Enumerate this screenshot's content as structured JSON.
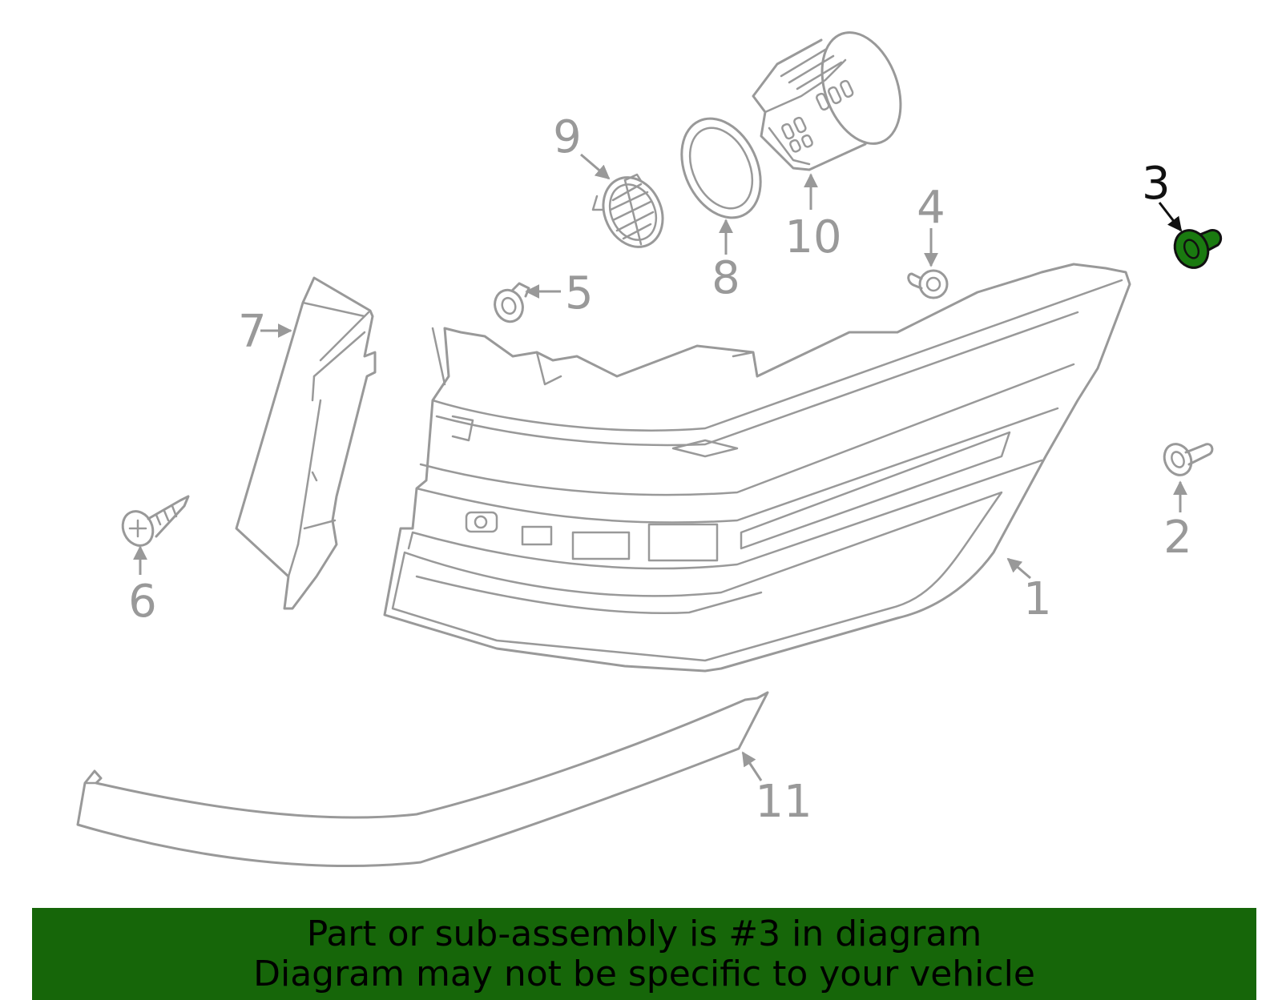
{
  "callouts": {
    "c1": "1",
    "c2": "2",
    "c3": "3",
    "c4": "4",
    "c5": "5",
    "c6": "6",
    "c7": "7",
    "c8": "8",
    "c9": "9",
    "c10": "10",
    "c11": "11"
  },
  "highlighted_part": "3",
  "colors": {
    "line_art": "#999999",
    "highlight_fill": "#1a7a10",
    "banner_background": "#166609",
    "banner_text": "#000000"
  },
  "banner": {
    "line1": "Part or sub-assembly is #3 in diagram",
    "line2": "Diagram may not be specific to your vehicle"
  }
}
